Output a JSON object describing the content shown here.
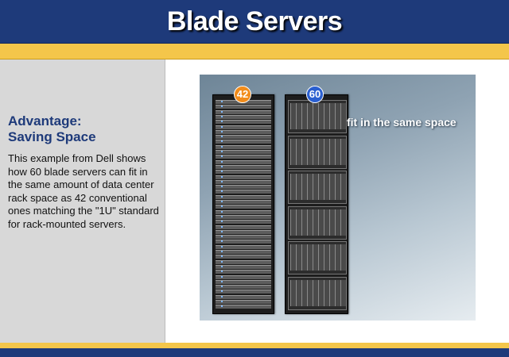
{
  "header": {
    "title": "Blade Servers"
  },
  "sidebar": {
    "heading_line1": "Advantage:",
    "heading_line2": "Saving Space",
    "body": "This example from Dell shows how 60 blade servers can fit in the same amount of data center rack space as 42 conventional ones matching the \"1U\" standard for rack-mounted servers."
  },
  "figure": {
    "badge_left": "42",
    "badge_right": "60",
    "caption": "fit in the same space"
  },
  "colors": {
    "navy": "#1e3a7a",
    "gold": "#f4c64a",
    "badge_orange": "#f18c1b",
    "badge_blue": "#2a5fd0"
  }
}
